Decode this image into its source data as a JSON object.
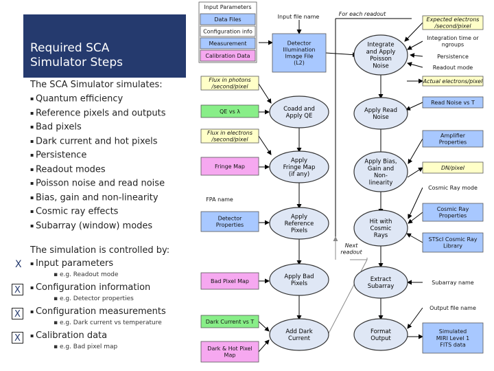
{
  "colors": {
    "title_bg": "#253a6e",
    "blue_box": "#a8c8ff",
    "pink_box": "#f6a8f0",
    "yellow_box": "#ffffc8",
    "green_box": "#88ee88",
    "node_fill": "#dfe7f5"
  },
  "left": {
    "title_line1": "Required SCA",
    "title_line2": "Simulator Steps",
    "intro": "The SCA Simulator simulates:",
    "bullets": [
      "Quantum efficiency",
      "Reference pixels and outputs",
      "Bad pixels",
      "Dark current and hot pixels",
      "Persistence",
      "Readout modes",
      "Poisson noise and read noise",
      "Bias, gain and non-linearity",
      "Cosmic ray effects",
      "Subarray (window) modes"
    ],
    "controlled": "The simulation is controlled by:",
    "controls": [
      {
        "mark": "X",
        "label": "Input parameters",
        "sub": "e.g. Readout mode"
      },
      {
        "mark": "X",
        "label": "Configuration information",
        "sub": "e.g. Detector properties"
      },
      {
        "mark": "X",
        "label": "Configuration measurements",
        "sub": "e.g. Dark current vs temperature"
      },
      {
        "mark": "X",
        "label": "Calibration data",
        "sub": "e.g. Bad pixel map"
      }
    ]
  },
  "legend": {
    "input_parameters": "Input Parameters",
    "data_files": "Data Files",
    "configuration_info": "Configuration info",
    "measurement": "Measurement",
    "calibration_data": "Calibration Data"
  },
  "flow": {
    "input_file_name": "Input file name",
    "for_each_readout": "For each readout",
    "next_readout": [
      "Next",
      "readout"
    ],
    "fpa_name": "FPA name",
    "detector_illumination": [
      "Detector",
      "Illumination",
      "Image File",
      "(L2)"
    ],
    "center_nodes": [
      [
        "Coadd and",
        "Apply QE"
      ],
      [
        "Apply",
        "Fringe Map",
        "(if any)"
      ],
      [
        "Apply",
        "Reference",
        "Pixels"
      ],
      [
        "Apply Bad",
        "Pixels"
      ],
      [
        "Add Dark",
        "Current"
      ]
    ],
    "right_nodes": [
      [
        "Integrate",
        "and Apply",
        "Poisson",
        "Noise"
      ],
      [
        "Apply Read",
        "Noise"
      ],
      [
        "Apply Bias,",
        "Gain and",
        "Non-",
        "linearity"
      ],
      [
        "Hit with",
        "Cosmic",
        "Rays"
      ],
      [
        "Extract",
        "Subarray"
      ],
      [
        "Format",
        "Output"
      ]
    ],
    "left_boxes": [
      [
        "Flux in photons",
        "/second/pixel"
      ],
      [
        "QE vs λ"
      ],
      [
        "Flux in electrons",
        "/second/pixel"
      ],
      [
        "Fringe Map"
      ],
      [
        "Detector",
        "Properties"
      ],
      [
        "Bad Pixel Map"
      ],
      [
        "Dark Current vs T"
      ],
      [
        "Dark & Hot Pixel",
        "Map"
      ]
    ],
    "right_boxes": [
      [
        "Expected electrons",
        "/second/pixel"
      ],
      [
        "Integration time or",
        "ngroups"
      ],
      [
        "Persistence"
      ],
      [
        "Readout mode"
      ],
      [
        "Actual electrons/pixel"
      ],
      [
        "Read Noise vs T"
      ],
      [
        "Amplifier",
        "Properties"
      ],
      [
        "DN/pixel"
      ],
      [
        "Cosmic Ray mode"
      ],
      [
        "Cosmic Ray",
        "Properties"
      ],
      [
        "STScI Cosmic Ray",
        "Library"
      ],
      [
        "Subarray name"
      ],
      [
        "Output file name"
      ],
      [
        "Simulated",
        "MIRI Level 1",
        "FITS data"
      ]
    ]
  }
}
